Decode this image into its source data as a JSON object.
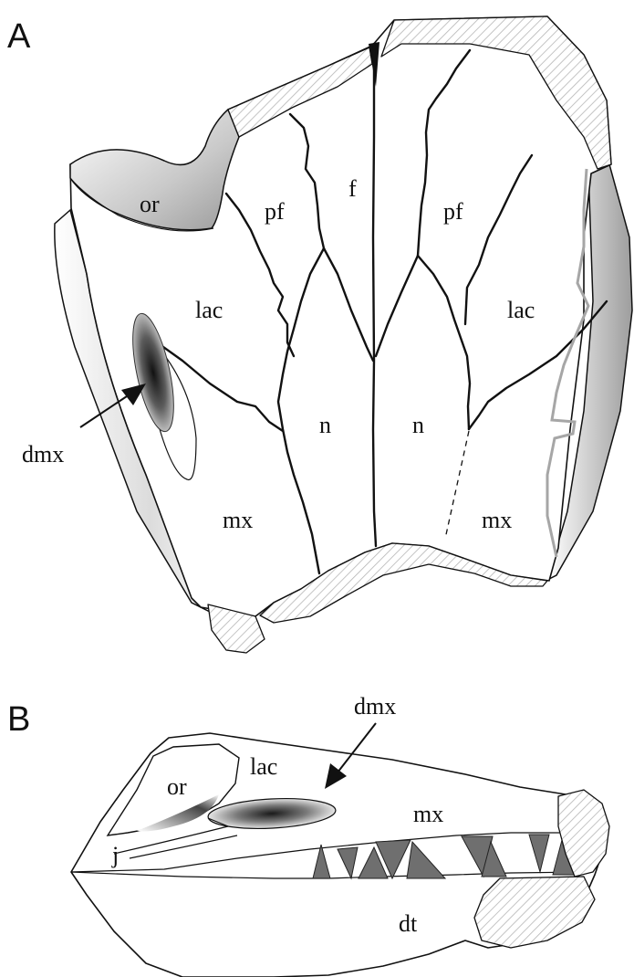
{
  "figure": {
    "panel_a": {
      "letter": "A",
      "labels": {
        "or": "or",
        "pf_left": "pf",
        "f": "f",
        "pf_right": "pf",
        "lac_left": "lac",
        "lac_right": "lac",
        "n_left": "n",
        "n_right": "n",
        "mx_left": "mx",
        "mx_right": "mx",
        "dmx": "dmx"
      }
    },
    "panel_b": {
      "letter": "B",
      "labels": {
        "dmx": "dmx",
        "or": "or",
        "lac": "lac",
        "mx": "mx",
        "j": "j",
        "dt": "dt"
      }
    },
    "colors": {
      "line": "#111111",
      "shade": "#bdbdbd",
      "fossa_dark": "#1e1e1e",
      "teeth": "#6f6f6f",
      "hatch": "#b5b5b5",
      "gray_suture": "#a6a6a6"
    }
  }
}
